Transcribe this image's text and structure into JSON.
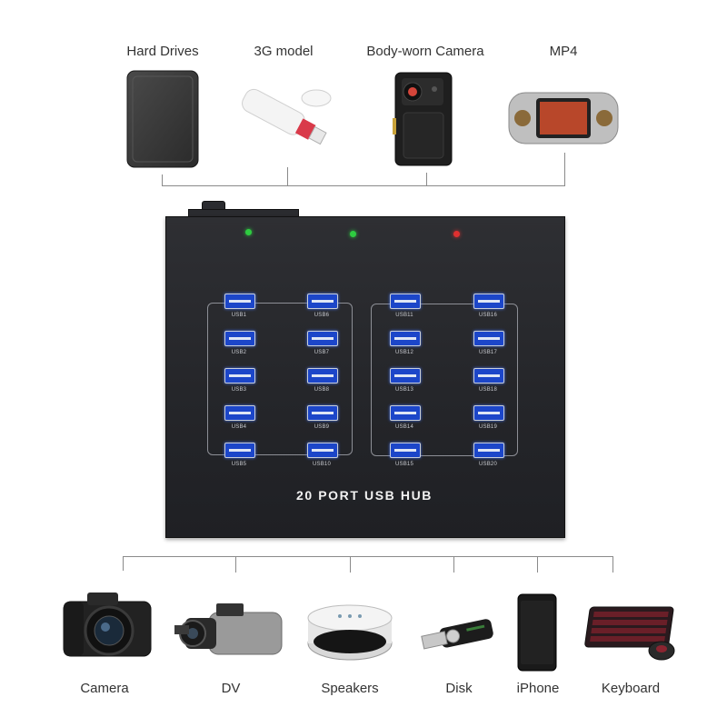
{
  "top_devices": [
    {
      "label": "Hard Drives",
      "icon": "hard-drive"
    },
    {
      "label": "3G model",
      "icon": "usb-modem"
    },
    {
      "label": "Body-worn Camera",
      "icon": "body-camera"
    },
    {
      "label": "MP4",
      "icon": "mp4-player"
    }
  ],
  "bottom_devices": [
    {
      "label": "Camera",
      "icon": "camera"
    },
    {
      "label": "DV",
      "icon": "camcorder"
    },
    {
      "label": "Speakers",
      "icon": "speaker"
    },
    {
      "label": "Disk",
      "icon": "usb-flash-drive"
    },
    {
      "label": "iPhone",
      "icon": "smartphone"
    },
    {
      "label": "Keyboard",
      "icon": "keyboard"
    }
  ],
  "hub": {
    "title": "20 PORT USB HUB",
    "leds": [
      "#2ecc40",
      "#2ecc40",
      "#e03030"
    ],
    "ports": [
      "USB1",
      "USB2",
      "USB3",
      "USB4",
      "USB5",
      "USB6",
      "USB7",
      "USB8",
      "USB9",
      "USB10",
      "USB11",
      "USB12",
      "USB13",
      "USB14",
      "USB15",
      "USB16",
      "USB17",
      "USB18",
      "USB19",
      "USB20"
    ]
  },
  "colors": {
    "connector_line": "#8a8a8a",
    "hub_body": "#2a2b2f",
    "port_blue": "#1c46c9"
  }
}
